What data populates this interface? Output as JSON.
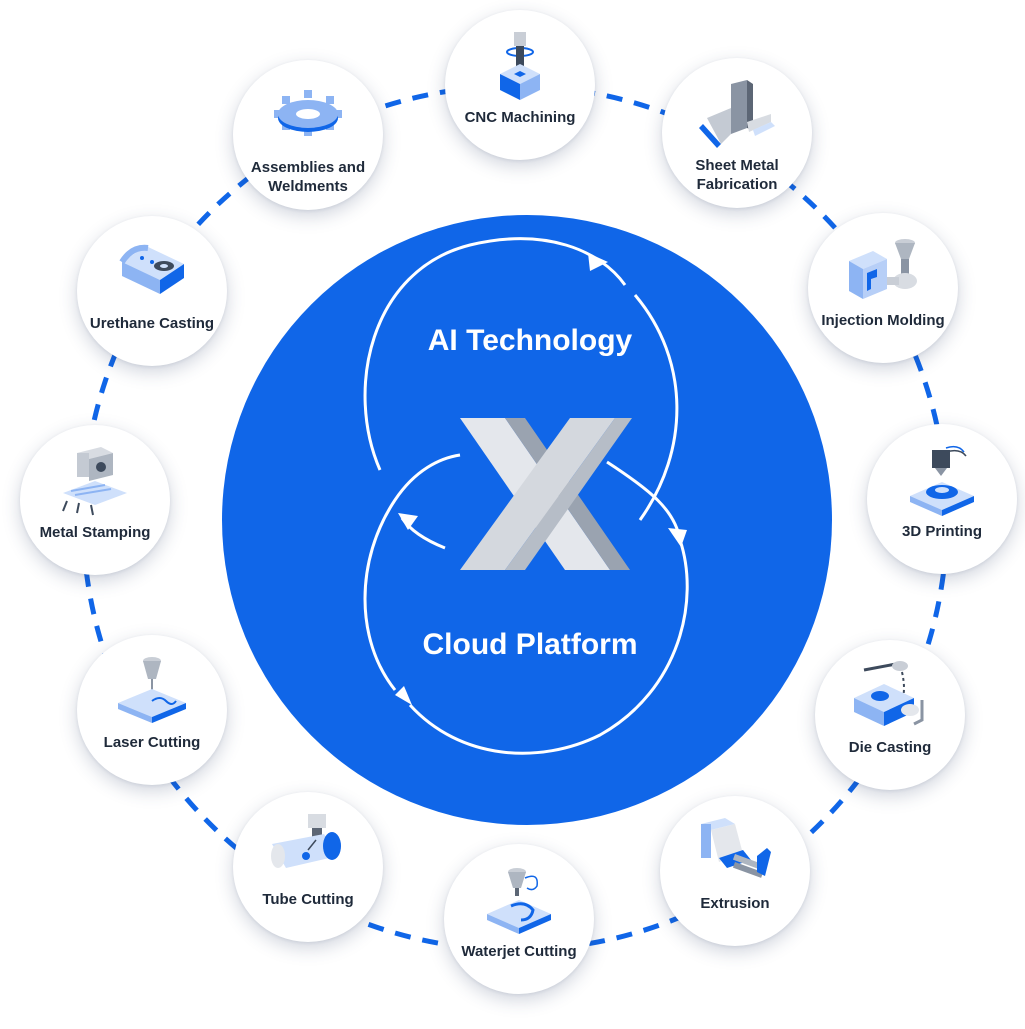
{
  "colors": {
    "accent": "#1066e8",
    "icon_light": "#cfe0fb",
    "icon_mid": "#8db4f3",
    "icon_dark": "#1066e8",
    "metal_light": "#e4e7ec",
    "metal_dark": "#9aa3b0",
    "label_text": "#1f2a3a"
  },
  "hub": {
    "top_label": "AI Technology",
    "bottom_label": "Cloud Platform",
    "logo_icon": "x-logo-icon"
  },
  "processes": [
    {
      "label": "CNC Machining",
      "icon": "cnc-machining-icon"
    },
    {
      "label": "Sheet Metal Fabrication",
      "icon": "sheet-metal-icon"
    },
    {
      "label": "Injection Molding",
      "icon": "injection-molding-icon"
    },
    {
      "label": "3D Printing",
      "icon": "3d-printing-icon"
    },
    {
      "label": "Die Casting",
      "icon": "die-casting-icon"
    },
    {
      "label": "Extrusion",
      "icon": "extrusion-icon"
    },
    {
      "label": "Waterjet Cutting",
      "icon": "waterjet-icon"
    },
    {
      "label": "Tube Cutting",
      "icon": "tube-cutting-icon"
    },
    {
      "label": "Laser Cutting",
      "icon": "laser-cutting-icon"
    },
    {
      "label": "Metal Stamping",
      "icon": "metal-stamping-icon"
    },
    {
      "label": "Urethane Casting",
      "icon": "urethane-casting-icon"
    },
    {
      "label": "Assemblies and Weldments",
      "icon": "assemblies-gear-icon"
    }
  ]
}
